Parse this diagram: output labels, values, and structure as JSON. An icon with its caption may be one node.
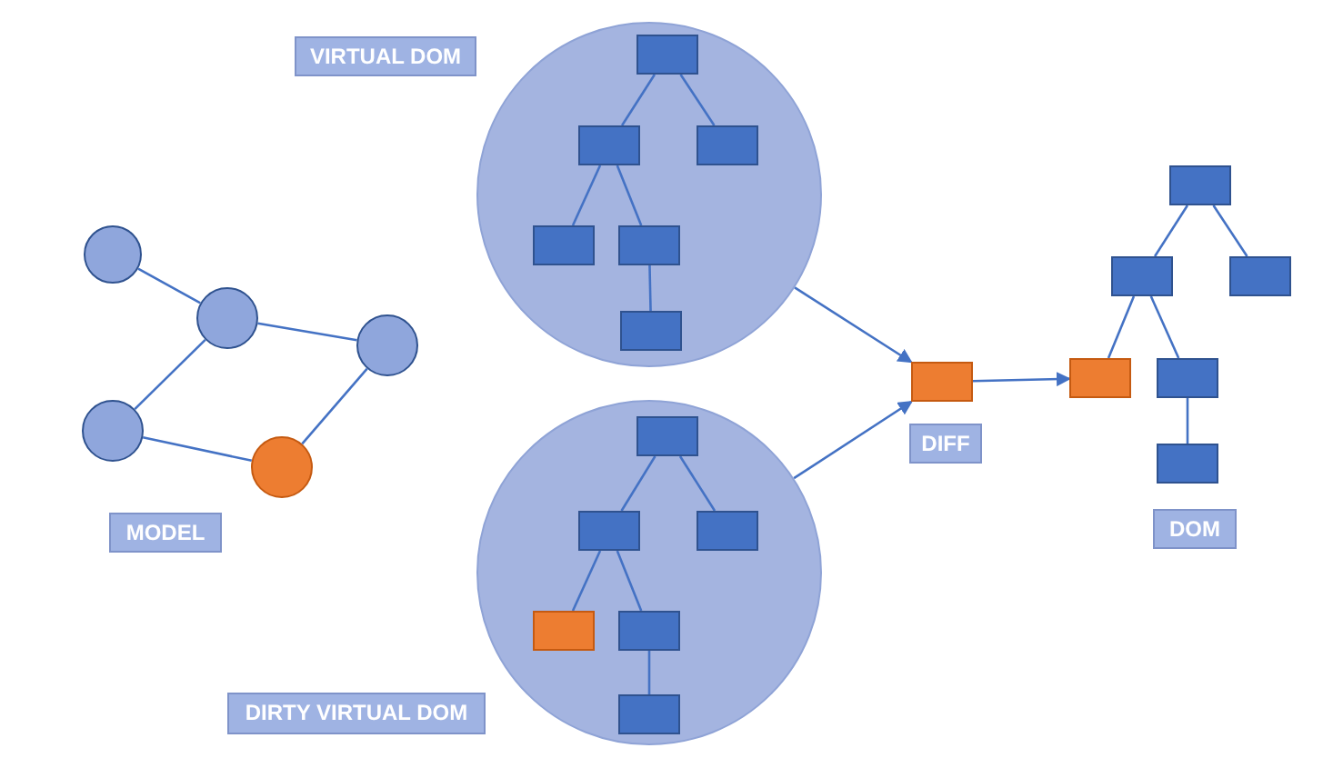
{
  "diagram": {
    "nodes": [
      {
        "text": [
          "VIRTUAL DOM"
        ]
      },
      {
        "text": [],
        "shape": "circle"
      },
      {
        "text": [],
        "shape": "box",
        "in": 1
      },
      {
        "text": [],
        "shape": "box",
        "in": 1
      },
      {
        "text": [],
        "shape": "box",
        "in": 1
      },
      {
        "text": [],
        "shape": "box",
        "in": 1
      },
      {
        "text": [],
        "shape": "box",
        "in": 1
      },
      {
        "text": [],
        "shape": "box",
        "in": 1
      },
      {
        "text": [],
        "shape": "circle"
      },
      {
        "text": [],
        "shape": "circle"
      },
      {
        "text": [],
        "shape": "circle"
      },
      {
        "text": [],
        "shape": "circle"
      },
      {
        "text": [],
        "shape": "circle"
      },
      {
        "text": [
          "MODEL"
        ]
      },
      {
        "text": [],
        "shape": "box"
      },
      {
        "text": [
          "DIFF"
        ]
      },
      {
        "text": [],
        "shape": "box"
      },
      {
        "text": [],
        "shape": "box"
      },
      {
        "text": [],
        "shape": "box"
      },
      {
        "text": [],
        "shape": "box"
      },
      {
        "text": [],
        "shape": "box"
      },
      {
        "text": [],
        "shape": "box"
      },
      {
        "text": [
          "DOM"
        ]
      },
      {
        "text": [],
        "shape": "circle"
      },
      {
        "text": [],
        "shape": "box",
        "in": 23
      },
      {
        "text": [],
        "shape": "box",
        "in": 23
      },
      {
        "text": [],
        "shape": "box",
        "in": 23
      },
      {
        "text": [],
        "shape": "box",
        "in": 23
      },
      {
        "text": [],
        "shape": "box",
        "in": 23
      },
      {
        "text": [],
        "shape": "box",
        "in": 23
      },
      {
        "text": [
          "DIRTY VIRTUAL DOM"
        ]
      }
    ],
    "edges": [
      {
        "from": 2,
        "to": 3,
        "arrow": "none"
      },
      {
        "from": 2,
        "to": 4,
        "arrow": "none"
      },
      {
        "from": 3,
        "to": 5,
        "arrow": "none"
      },
      {
        "from": 3,
        "to": 6,
        "arrow": "none"
      },
      {
        "from": 6,
        "to": 7,
        "arrow": "none"
      },
      {
        "from": 8,
        "to": 9,
        "arrow": "none"
      },
      {
        "from": 9,
        "to": 10,
        "arrow": "none"
      },
      {
        "from": 9,
        "to": 11,
        "arrow": "none"
      },
      {
        "from": 11,
        "to": 12,
        "arrow": "none"
      },
      {
        "from": 12,
        "to": 10,
        "arrow": "none"
      },
      {
        "from": 1,
        "to": 14,
        "arrow": "to"
      },
      {
        "from": 23,
        "to": 14,
        "arrow": "to"
      },
      {
        "from": 14,
        "to": 19,
        "arrow": "to"
      },
      {
        "from": 16,
        "to": 17,
        "arrow": "none"
      },
      {
        "from": 16,
        "to": 18,
        "arrow": "none"
      },
      {
        "from": 17,
        "to": 19,
        "arrow": "none"
      },
      {
        "from": 17,
        "to": 20,
        "arrow": "none"
      },
      {
        "from": 20,
        "to": 21,
        "arrow": "none"
      },
      {
        "from": 24,
        "to": 25,
        "arrow": "none"
      },
      {
        "from": 24,
        "to": 26,
        "arrow": "none"
      },
      {
        "from": 25,
        "to": 27,
        "arrow": "none"
      },
      {
        "from": 25,
        "to": 28,
        "arrow": "none"
      },
      {
        "from": 28,
        "to": 29,
        "arrow": "none"
      }
    ]
  }
}
